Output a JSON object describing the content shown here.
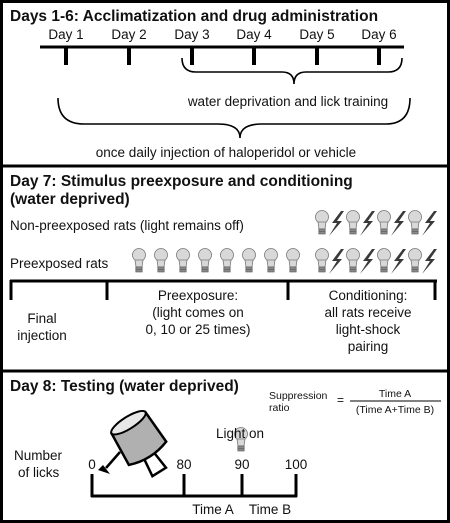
{
  "panel1": {
    "title": "Days 1-6: Acclimatization and drug administration",
    "days": [
      "Day 1",
      "Day 2",
      "Day 3",
      "Day 4",
      "Day 5",
      "Day 6"
    ],
    "brace_upper_label": "water deprivation and lick training",
    "brace_lower_label": "once daily injection of haloperidol or vehicle"
  },
  "panel2": {
    "title_line1": "Day 7: Stimulus preexposure and conditioning",
    "title_line2": "(water deprived)",
    "row1_label": "Non-preexposed rats (light remains off)",
    "row2_label": "Preexposed rats",
    "phase1_line1": "Final",
    "phase1_line2": "injection",
    "phase2_line1": "Preexposure:",
    "phase2_line2": "(light comes on",
    "phase2_line3": "0, 10 or 25 times)",
    "phase3_line1": "Conditioning:",
    "phase3_line2": "all rats receive",
    "phase3_line3": "light-shock",
    "phase3_line4": "pairing"
  },
  "panel3": {
    "title": "Day 8: Testing (water deprived)",
    "formula_lhs_line1": "Suppression",
    "formula_lhs_line2": "ratio",
    "formula_equals": "=",
    "formula_numerator": "Time A",
    "formula_denominator": "(Time A+Time B)",
    "licks_label_line1": "Number",
    "licks_label_line2": "of licks",
    "ticks": [
      "0",
      "80",
      "90",
      "100"
    ],
    "light_on_label": "Light on",
    "time_a_label": "Time A",
    "time_b_label": "Time B"
  },
  "colors": {
    "border": "#000000",
    "bulb": "#d8d8d8",
    "bulb_base": "#8a8a8a",
    "bolt": "#3a3a3a",
    "bottle": "#b0b0b0"
  }
}
